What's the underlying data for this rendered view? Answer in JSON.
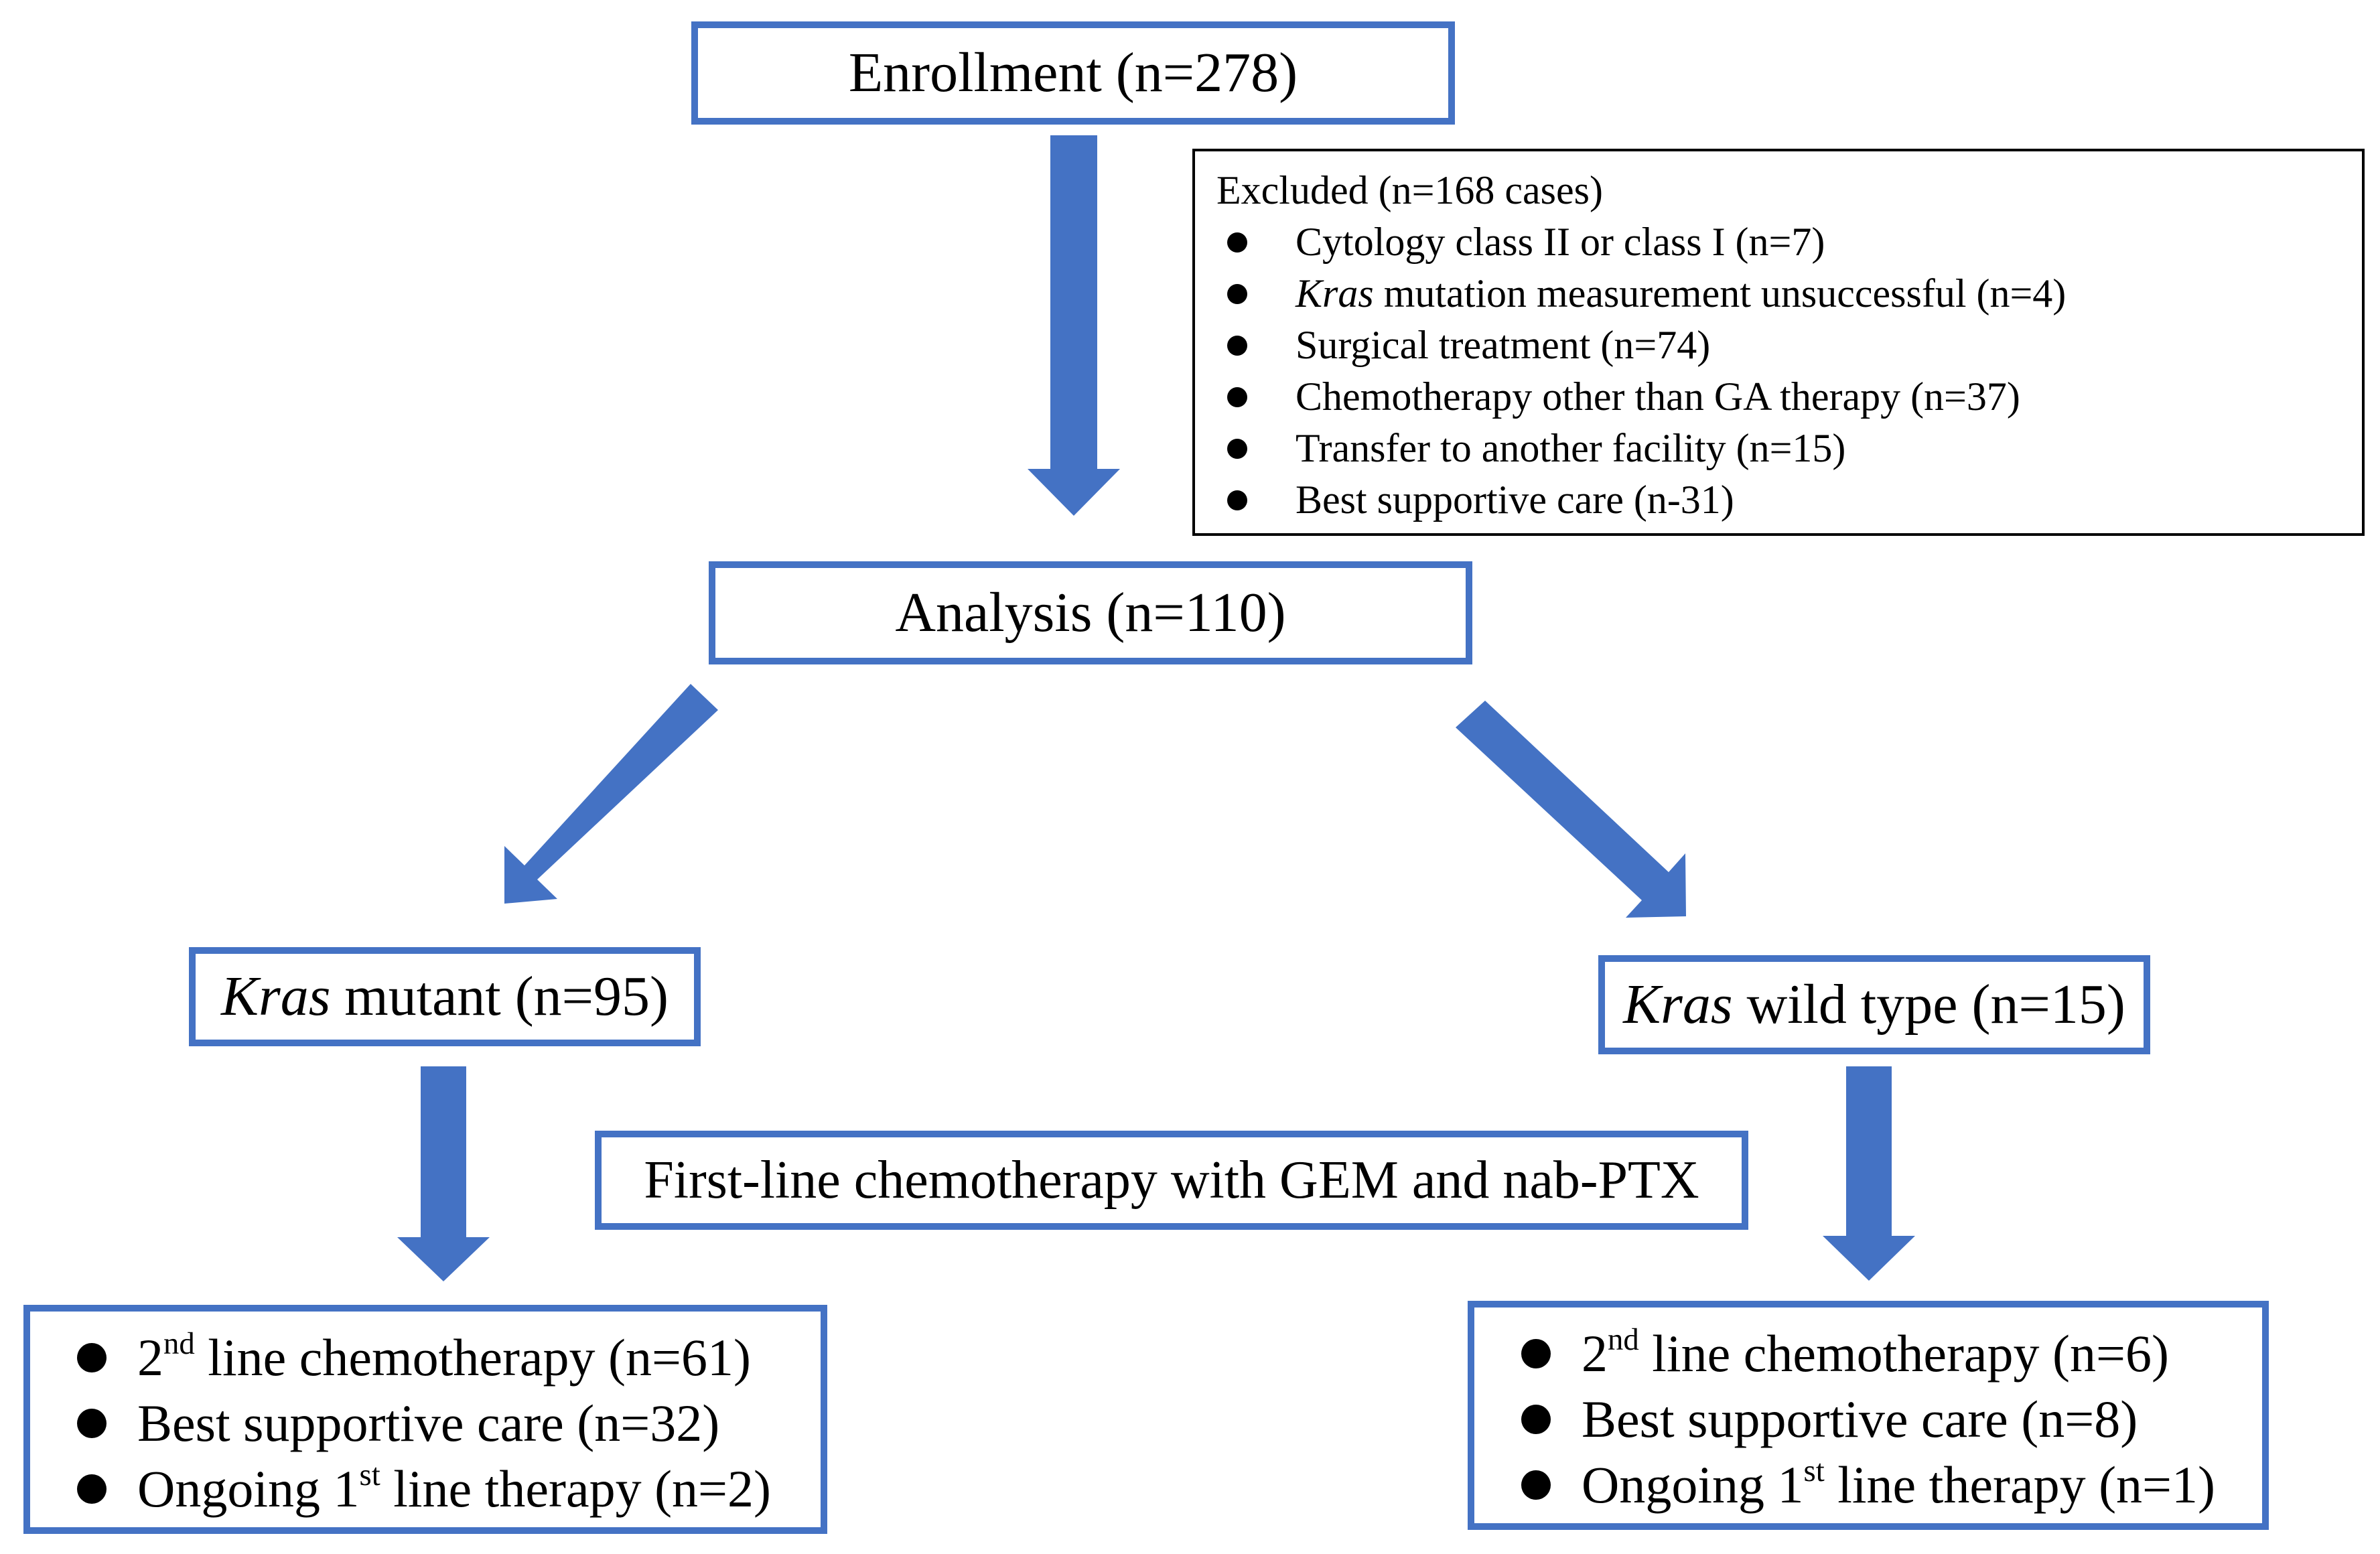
{
  "colors": {
    "accent": "#4472C4",
    "text": "#000000",
    "background": "#ffffff"
  },
  "enrollment": {
    "text": "Enrollment (n=278)"
  },
  "excluded": {
    "title": "Excluded (n=168 cases)",
    "items": [
      {
        "gene": "",
        "text": "Cytology class II or class I (n=7)"
      },
      {
        "gene": "Kras",
        "text": " mutation measurement unsuccessful (n=4)"
      },
      {
        "gene": "",
        "text": "Surgical treatment (n=74)"
      },
      {
        "gene": "",
        "text": "Chemotherapy other than GA therapy (n=37)"
      },
      {
        "gene": "",
        "text": "Transfer to another facility (n=15)"
      },
      {
        "gene": "",
        "text": "Best supportive care (n-31)"
      }
    ]
  },
  "analysis": {
    "text": "Analysis (n=110)"
  },
  "kras_mutant": {
    "gene": "Kras",
    "text": " mutant (n=95)"
  },
  "kras_wild": {
    "gene": "Kras",
    "text": " wild type (n=15)"
  },
  "first_line": {
    "text": "First-line chemotherapy with GEM and nab-PTX"
  },
  "mutant_outcomes": {
    "items": [
      {
        "pre": "2",
        "sup": "nd",
        "post": " line chemotherapy (n=61)"
      },
      {
        "pre": "Best supportive care (n=32)",
        "sup": "",
        "post": ""
      },
      {
        "pre": "Ongoing 1",
        "sup": "st",
        "post": " line therapy (n=2)"
      }
    ]
  },
  "wild_outcomes": {
    "items": [
      {
        "pre": "2",
        "sup": "nd",
        "post": " line chemotherapy (n=6)"
      },
      {
        "pre": "Best supportive care (n=8)",
        "sup": "",
        "post": ""
      },
      {
        "pre": "Ongoing 1",
        "sup": "st",
        "post": " line therapy (n=1)"
      }
    ]
  }
}
